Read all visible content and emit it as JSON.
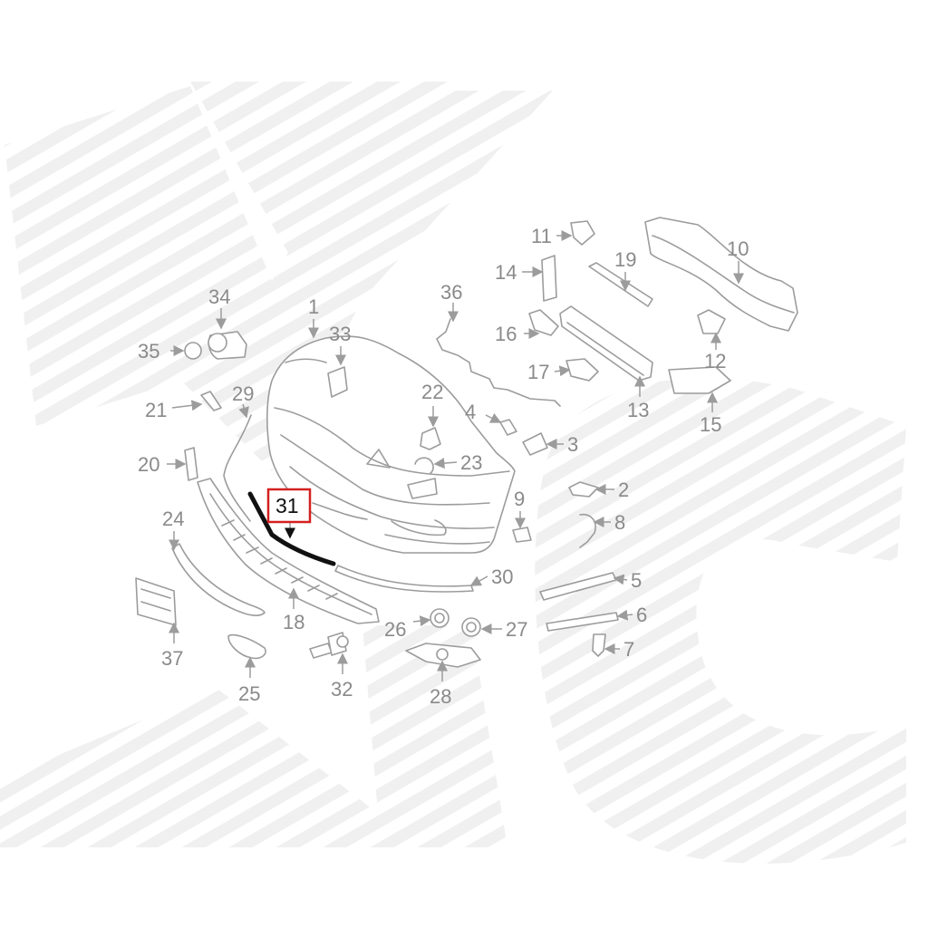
{
  "diagram": {
    "highlighted_callout": "31",
    "colors": {
      "highlight_box": "#d42020",
      "highlight_part": "#111111",
      "part_outline": "#9c9c9c",
      "label_text": "#8a8a8a",
      "watermark": "#f1f1f1"
    },
    "callouts": {
      "c1": "1",
      "c2": "2",
      "c3": "3",
      "c4": "4",
      "c5": "5",
      "c6": "6",
      "c7": "7",
      "c8": "8",
      "c9": "9",
      "c10": "10",
      "c11": "11",
      "c12": "12",
      "c13": "13",
      "c14": "14",
      "c15": "15",
      "c16": "16",
      "c17": "17",
      "c18": "18",
      "c19": "19",
      "c20": "20",
      "c21": "21",
      "c22": "22",
      "c23": "23",
      "c24": "24",
      "c25": "25",
      "c26": "26",
      "c27": "27",
      "c28": "28",
      "c29": "29",
      "c30": "30",
      "c31": "31",
      "c32": "32",
      "c33": "33",
      "c34": "34",
      "c35": "35",
      "c36": "36",
      "c37": "37"
    }
  }
}
